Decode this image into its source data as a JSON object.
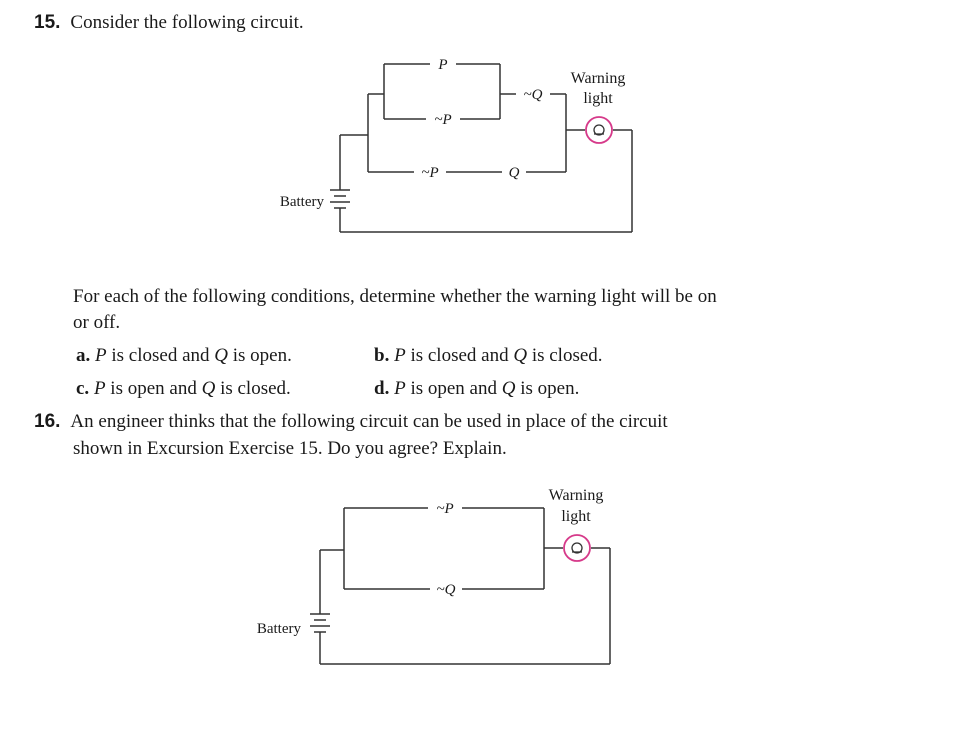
{
  "ex15": {
    "number": "15.",
    "prompt": "Consider the following circuit.",
    "diagram": {
      "switch_p_top": "P",
      "switch_not_p_mid": "~P",
      "switch_not_q": "~Q",
      "switch_not_p_bottom": "~P",
      "switch_q_bottom": "Q",
      "warning_line1": "Warning",
      "warning_line2": "light",
      "battery": "Battery"
    },
    "instructions_line1": "For each of the following conditions, determine whether the warning light will be on",
    "instructions_line2": "or off.",
    "options": [
      {
        "letter": "a.",
        "var1": "P",
        "mid": " is closed and ",
        "var2": "Q",
        "end": " is open."
      },
      {
        "letter": "b.",
        "var1": "P",
        "mid": " is closed and ",
        "var2": "Q",
        "end": " is closed."
      },
      {
        "letter": "c.",
        "var1": "P",
        "mid": " is open and ",
        "var2": "Q",
        "end": " is closed."
      },
      {
        "letter": "d.",
        "var1": "P",
        "mid": " is open and ",
        "var2": "Q",
        "end": " is open."
      }
    ]
  },
  "ex16": {
    "number": "16.",
    "line1": "An engineer thinks that the following circuit can be used in place of the circuit",
    "line2": "shown in Excursion Exercise 15. Do you agree? Explain.",
    "diagram": {
      "switch_not_p": "~P",
      "switch_not_q": "~Q",
      "warning_line1": "Warning",
      "warning_line2": "light",
      "battery": "Battery"
    }
  },
  "colors": {
    "text": "#1a1a1a",
    "wire": "#333333",
    "light": "#d63a8a"
  }
}
